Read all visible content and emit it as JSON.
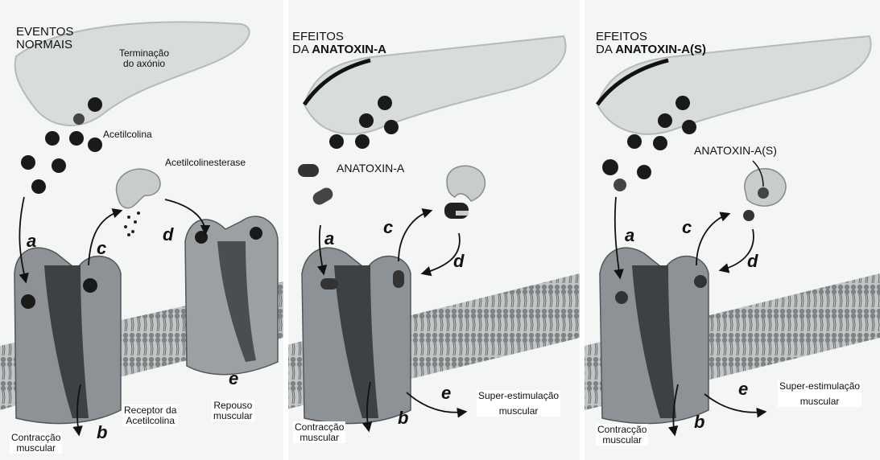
{
  "panels": [
    {
      "title_lines": [
        "EVENTOS",
        "NORMAIS"
      ],
      "axon_label_lines": [
        "Terminação",
        "do axónio"
      ],
      "acetylcholine_label": "Acetilcolina",
      "enzyme_label": "Acetilcolinesterase",
      "receptor_label_lines": [
        "Receptor da",
        "Acetilcolina"
      ],
      "rest_label_lines": [
        "Repouso",
        "muscular"
      ],
      "contraction_label_lines": [
        "Contracção",
        "muscular"
      ],
      "steps": [
        "a",
        "b",
        "c",
        "d",
        "e"
      ]
    },
    {
      "title_line1": "EFEITOS",
      "title_prefix": "DA ",
      "title_bold": "ANATOXIN-A",
      "toxin_label": "ANATOXIN-A",
      "contraction_label_lines": [
        "Contracção",
        "muscular"
      ],
      "superstim_label_lines": [
        "Super-estimulação",
        "muscular"
      ],
      "steps": [
        "a",
        "b",
        "c",
        "d",
        "e"
      ]
    },
    {
      "title_line1": "EFEITOS",
      "title_prefix": "DA ",
      "title_bold": "ANATOXIN-A(S)",
      "toxin_label": "ANATOXIN-A(S)",
      "contraction_label_lines": [
        "Contracção",
        "muscular"
      ],
      "superstim_label_lines": [
        "Super-estimulação",
        "muscular"
      ],
      "steps": [
        "a",
        "b",
        "c",
        "d",
        "e"
      ]
    }
  ],
  "colors": {
    "membrane": "#aeb1b3",
    "receptor": "#8d9296",
    "receptor_dark": "#3d4144",
    "axon": "#d9dcdc",
    "molecule": "#1a1a1a",
    "enzyme": "#c9cccd"
  }
}
